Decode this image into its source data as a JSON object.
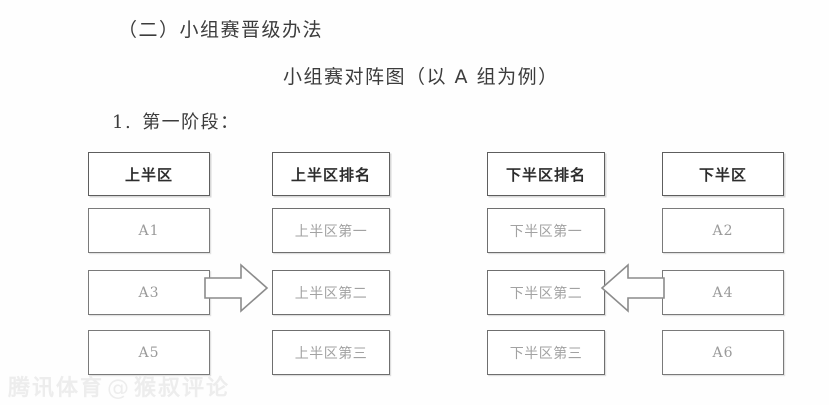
{
  "document": {
    "heading_section": "（二）小组赛晋级办法",
    "heading_chart_title": "小组赛对阵图（以 A 组为例）",
    "heading_stage_number": "1.",
    "heading_stage_label": "第一阶段："
  },
  "diagram": {
    "columns": [
      {
        "id": "upper-half-teams",
        "header": "上半区",
        "cells": [
          "A1",
          "A3",
          "A5"
        ],
        "cell_style": "team"
      },
      {
        "id": "upper-half-ranking",
        "header": "上半区排名",
        "cells": [
          "上半区第一",
          "上半区第二",
          "上半区第三"
        ],
        "cell_style": "rank"
      },
      {
        "id": "lower-half-ranking",
        "header": "下半区排名",
        "cells": [
          "下半区第一",
          "下半区第二",
          "下半区第三"
        ],
        "cell_style": "rank"
      },
      {
        "id": "lower-half-teams",
        "header": "下半区",
        "cells": [
          "A2",
          "A4",
          "A6"
        ],
        "cell_style": "team"
      }
    ],
    "arrows": [
      {
        "name": "arrow-right-icon",
        "direction": "right"
      },
      {
        "name": "arrow-left-icon",
        "direction": "left"
      }
    ]
  },
  "watermark": {
    "source": "腾讯体育",
    "at": "@",
    "author": "猴叔评论"
  },
  "colors": {
    "page_background": "#fefefe",
    "header_border": "#5e5e5e",
    "cell_border": "#7a7a7a",
    "header_text": "#2d2d2d",
    "cell_text": "#9a9a9a",
    "body_text": "#3c3c3c",
    "watermark_text": "#ededed",
    "arrow_stroke": "#8c8c8c"
  }
}
